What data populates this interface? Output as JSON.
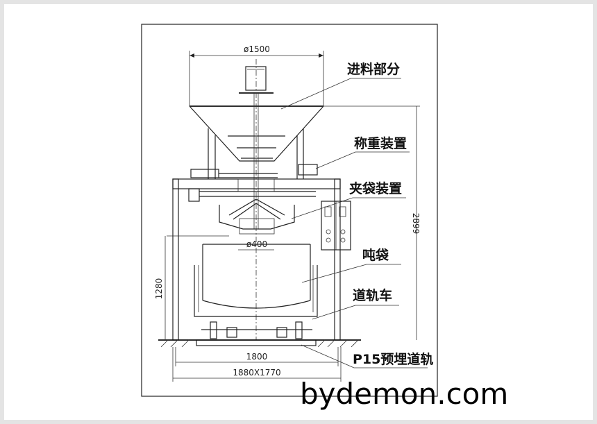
{
  "labels": {
    "feeding": "进料部分",
    "weighing": "称重装置",
    "bag_clamp": "夹袋装置",
    "ton_bag": "吨袋",
    "rail_cart": "道轨车",
    "rail": "P15预埋道轨"
  },
  "dimensions": {
    "hopper_diameter": "ø1500",
    "outlet_diameter": "ø400",
    "total_height": "2899",
    "bag_height": "1280",
    "inner_width": "1800",
    "footprint": "1880X1770"
  },
  "watermark": "bydemon.com"
}
